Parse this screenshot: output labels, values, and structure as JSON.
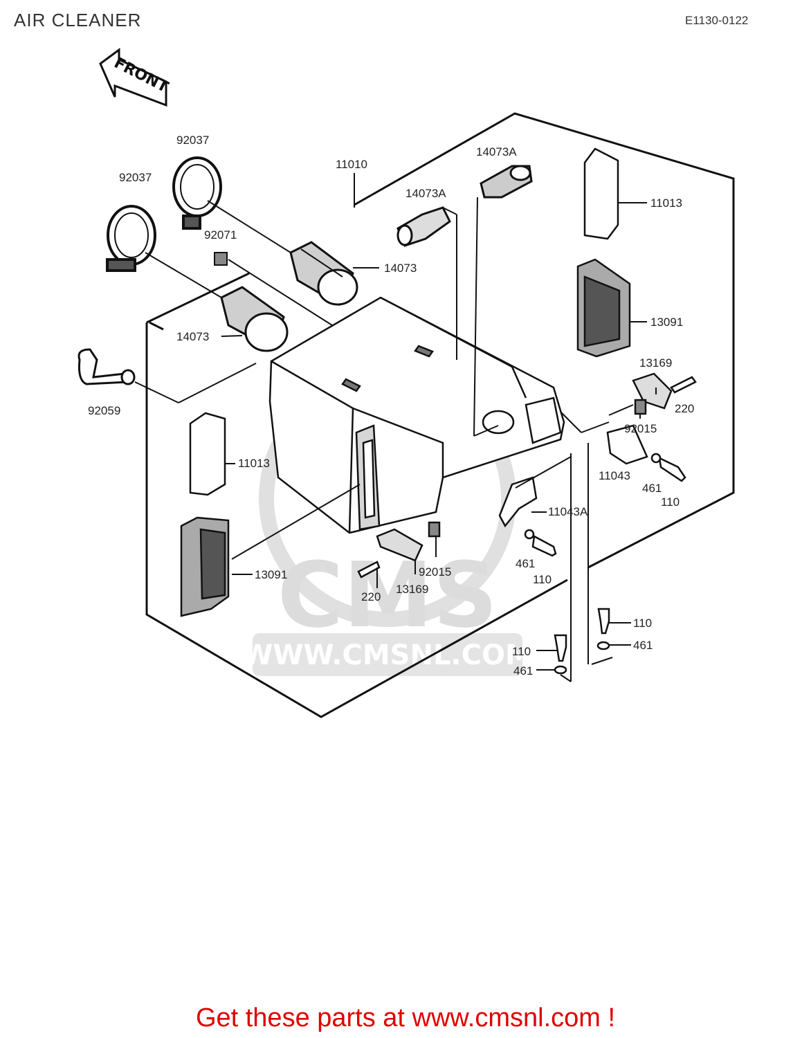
{
  "header": {
    "title": "AIR CLEANER",
    "diagram_code": "E1130-0122"
  },
  "direction_marker": {
    "label": "FRONT"
  },
  "watermark": {
    "brand": "CMS",
    "url": "WWW.CMSNL.COM"
  },
  "part_labels": [
    {
      "id": "l1",
      "number": "92037"
    },
    {
      "id": "l2",
      "number": "92037"
    },
    {
      "id": "l3",
      "number": "11010"
    },
    {
      "id": "l4",
      "number": "14073A"
    },
    {
      "id": "l5",
      "number": "14073A"
    },
    {
      "id": "l6",
      "number": "11013"
    },
    {
      "id": "l7",
      "number": "92071"
    },
    {
      "id": "l8",
      "number": "14073"
    },
    {
      "id": "l9",
      "number": "14073"
    },
    {
      "id": "l10",
      "number": "13091"
    },
    {
      "id": "l11",
      "number": "92059"
    },
    {
      "id": "l12",
      "number": "13169"
    },
    {
      "id": "l13",
      "number": "220"
    },
    {
      "id": "l14",
      "number": "92015"
    },
    {
      "id": "l15",
      "number": "11013"
    },
    {
      "id": "l16",
      "number": "11043"
    },
    {
      "id": "l17",
      "number": "461"
    },
    {
      "id": "l18",
      "number": "110"
    },
    {
      "id": "l19",
      "number": "11043A"
    },
    {
      "id": "l20",
      "number": "461"
    },
    {
      "id": "l21",
      "number": "110"
    },
    {
      "id": "l22",
      "number": "13091"
    },
    {
      "id": "l23",
      "number": "92015"
    },
    {
      "id": "l24",
      "number": "220"
    },
    {
      "id": "l25",
      "number": "13169"
    },
    {
      "id": "l26",
      "number": "110"
    },
    {
      "id": "l27",
      "number": "461"
    },
    {
      "id": "l28",
      "number": "110"
    },
    {
      "id": "l29",
      "number": "461"
    }
  ],
  "footer": {
    "text_prefix": "Get these parts at ",
    "link_text": "www.cmsnl.com",
    "text_suffix": " !",
    "color": "#e00000"
  },
  "colors": {
    "line": "#1a1a1a",
    "watermark": "#d8d8d8",
    "accent": "#e00000"
  }
}
